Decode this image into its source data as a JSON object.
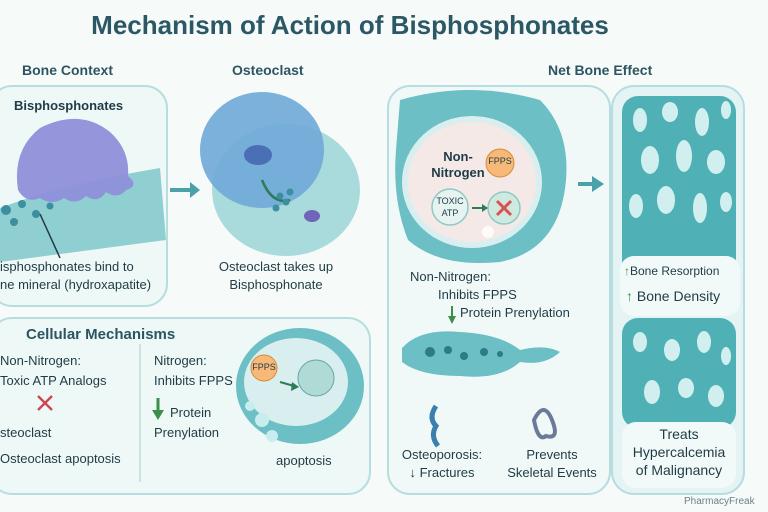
{
  "title": "Mechanism of Action of Bisphosphonates",
  "sections": {
    "bone_context": "Bone Context",
    "osteoclast": "Osteoclast",
    "net_effect": "Net Bone Effect",
    "cellular": "Cellular Mechanisms"
  },
  "bone_context": {
    "drug_label": "Bisphosphonates",
    "caption_line1": "isphosphonates bind to",
    "caption_line2": "ne mineral (hydroxapatite)"
  },
  "osteoclast_panel": {
    "caption_line1": "Osteoclast takes up",
    "caption_line2": "Bisphosphonate"
  },
  "cell_detail": {
    "non_nitrogen_line1": "Non-",
    "non_nitrogen_line2": "Nitrogen",
    "fpps": "FPPS",
    "toxic_line1": "TOXIC",
    "toxic_line2": "ATP",
    "caption_line1": "Non-Nitrogen:",
    "caption_line2": "Inhibits FPPS",
    "caption_line3": "Protein Prenylation"
  },
  "cellular_mechanisms": {
    "non_nitrogen_title": "Non-Nitrogen:",
    "non_nitrogen_sub": "Toxic ATP Analogs",
    "osteoclast": "steoclast",
    "apoptosis": "Osteoclast apoptosis",
    "nitrogen_title": "Nitrogen:",
    "nitrogen_sub": "Inhibits FPPS",
    "protein": "Protein",
    "prenylation": "Prenylation",
    "fpps": "FPPS",
    "apoptosis_cell": "apoptosis"
  },
  "outcomes": {
    "osteoporosis_line1": "Osteoporosis:",
    "osteoporosis_line2": "↓ Fractures",
    "prevents_line1": "Prevents",
    "prevents_line2": "Skeletal Events",
    "resorption": "Bone Resorption",
    "density": "Bone Density",
    "treats_line1": "Treats",
    "treats_line2": "Hypercalcemia",
    "treats_line3": "of Malignancy"
  },
  "watermark": "PharmacyFreak",
  "colors": {
    "teal": "#2f8f95",
    "panel_border": "#b8dde0",
    "purple": "#7b7fd3",
    "orange": "#f2a65a",
    "red": "#d9534f",
    "green": "#3a8f4a"
  }
}
